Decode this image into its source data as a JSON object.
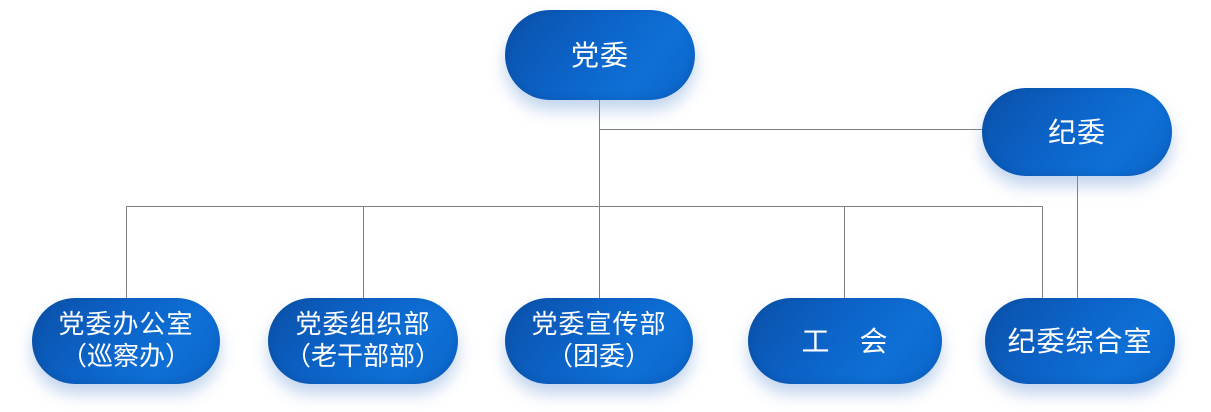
{
  "org_chart": {
    "type": "org-chart",
    "colors": {
      "node_gradient_start": "#0a50a8",
      "node_gradient_mid": "#0c63c8",
      "node_gradient_end": "#0e70d6",
      "node_text": "#ffffff",
      "connector": "#7f7f7f",
      "background": "#ffffff",
      "shadow": "#76a0d6"
    },
    "nodes": [
      {
        "name": "party-committee",
        "label": "党委",
        "sublabel": ""
      },
      {
        "name": "discipline-committee",
        "label": "纪委",
        "sublabel": ""
      },
      {
        "name": "party-office",
        "label": "党委办公室",
        "sublabel": "（巡察办）"
      },
      {
        "name": "organization-dept",
        "label": "党委组织部",
        "sublabel": "（老干部部）"
      },
      {
        "name": "publicity-dept",
        "label": "党委宣传部",
        "sublabel": "（团委）"
      },
      {
        "name": "labor-union",
        "label": "工　会",
        "sublabel": ""
      },
      {
        "name": "discipline-office",
        "label": "纪委综合室",
        "sublabel": ""
      }
    ],
    "edges": [
      {
        "from": "party-committee",
        "to": "discipline-committee"
      },
      {
        "from": "party-committee",
        "to": "party-office"
      },
      {
        "from": "party-committee",
        "to": "organization-dept"
      },
      {
        "from": "party-committee",
        "to": "publicity-dept"
      },
      {
        "from": "party-committee",
        "to": "labor-union"
      },
      {
        "from": "party-committee",
        "to": "discipline-office"
      },
      {
        "from": "discipline-committee",
        "to": "discipline-office"
      }
    ]
  }
}
